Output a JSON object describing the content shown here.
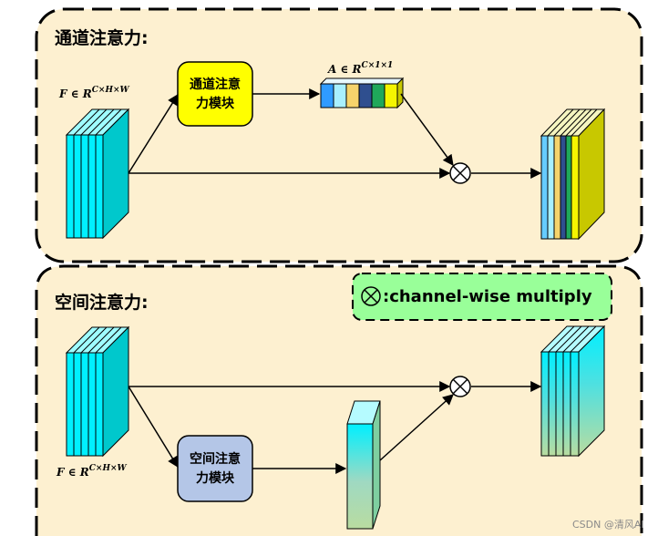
{
  "channel_section": {
    "title": "通道注意力:",
    "input_label": {
      "base": "F ∈ R",
      "sup": "C×H×W"
    },
    "module_label": [
      "通道注意",
      "力模块"
    ],
    "attention_label": {
      "base": "A ∈ R",
      "sup": "C×1×1"
    },
    "attention_colors": [
      "#2f9bff",
      "#a8f0ff",
      "#f5d36b",
      "#2f4f8f",
      "#1fa85a",
      "#f5f500"
    ],
    "module_color": "#ffff00"
  },
  "spatial_section": {
    "title": "空间注意力:",
    "input_label": {
      "base": "F ∈ R",
      "sup": "C×H×W"
    },
    "module_label": [
      "空间注意",
      "力模块"
    ],
    "module_color": "#b4c6e7"
  },
  "legend": {
    "symbol": "⊗",
    "text": ":channel-wise multiply",
    "color": "#99ff99"
  },
  "watermark": "CSDN @清风AI",
  "colors": {
    "section_bg": "#fdf0d0",
    "cyan": "#00e5ee",
    "cyan_dark": "#00a8b0"
  }
}
